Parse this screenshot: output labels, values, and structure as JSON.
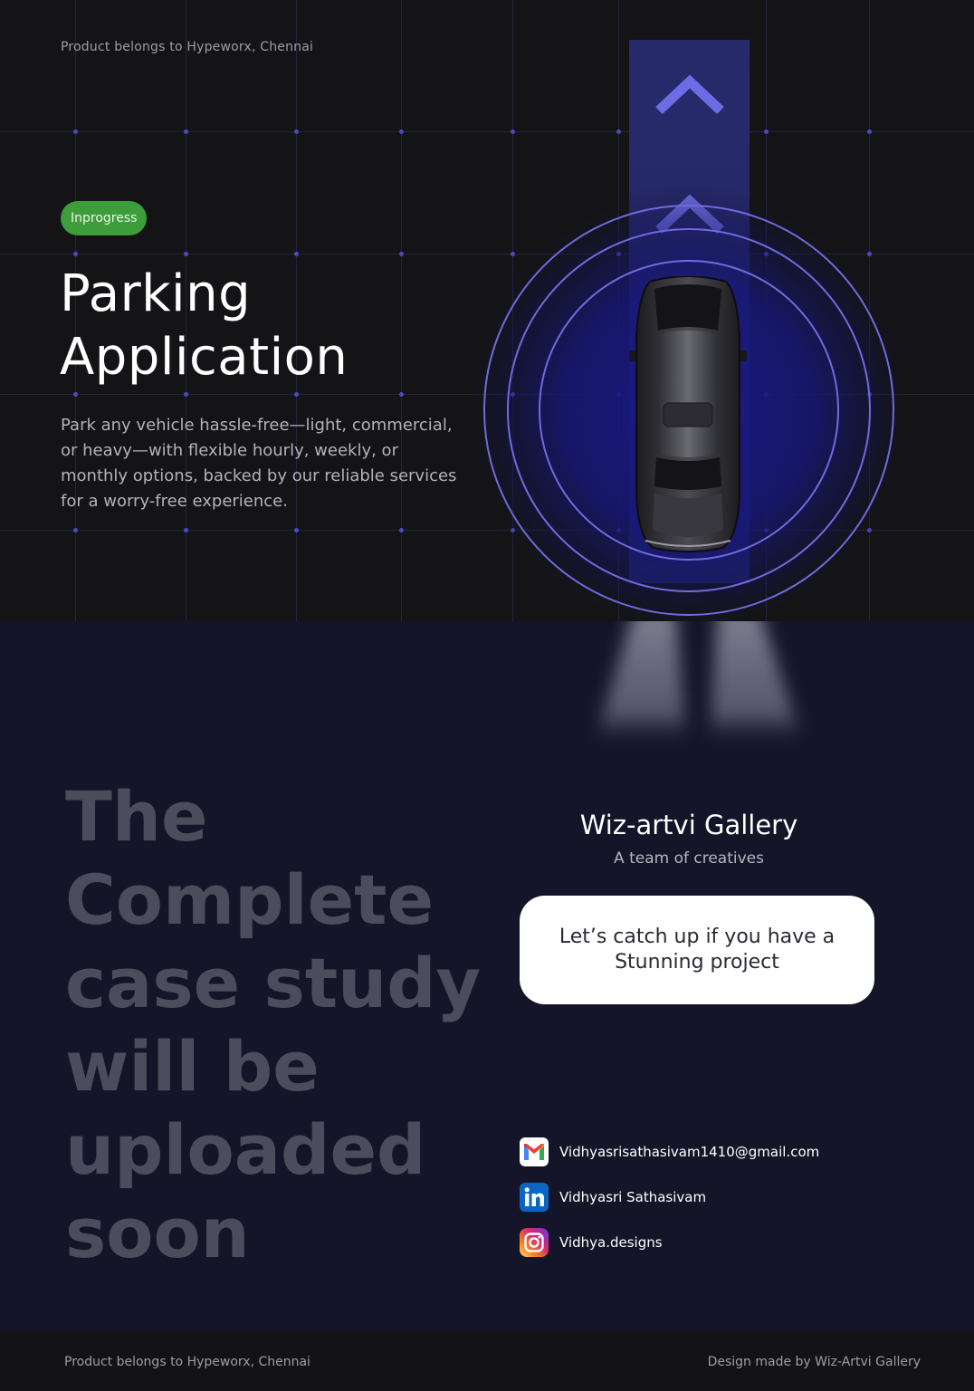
{
  "hero": {
    "owner_note": "Product belongs to Hypeworx, Chennai",
    "status_badge": "Inprogress",
    "title_line1": "Parking",
    "title_line2": "Application",
    "description": "Park any vehicle hassle-free—light, commercial, or heavy—with flexible hourly, weekly, or monthly options, backed by our reliable services for a worry-free experience."
  },
  "announcement": {
    "line1": "The",
    "line2": "Complete",
    "line3": "case study",
    "line4": "will be",
    "line5": "uploaded",
    "line6": "soon"
  },
  "gallery": {
    "name": "Wiz-artvi Gallery",
    "tagline": "A team of creatives",
    "cta_line1": "Let’s catch up if you have a",
    "cta_line2": "Stunning project"
  },
  "contacts": [
    {
      "icon": "gmail-icon",
      "label": "Vidhyasrisathasivam1410@gmail.com"
    },
    {
      "icon": "linkedin-icon",
      "label": "Vidhyasri Sathasivam"
    },
    {
      "icon": "instagram-icon",
      "label": "Vidhya.designs"
    }
  ],
  "footer": {
    "left": "Product belongs to Hypeworx, Chennai",
    "right": "Design made by Wiz-Artvi Gallery"
  },
  "colors": {
    "badge": "#3d9d3b",
    "accent": "#6c6de6",
    "hero_bg": "#141416",
    "lower_bg": "#15152a"
  }
}
